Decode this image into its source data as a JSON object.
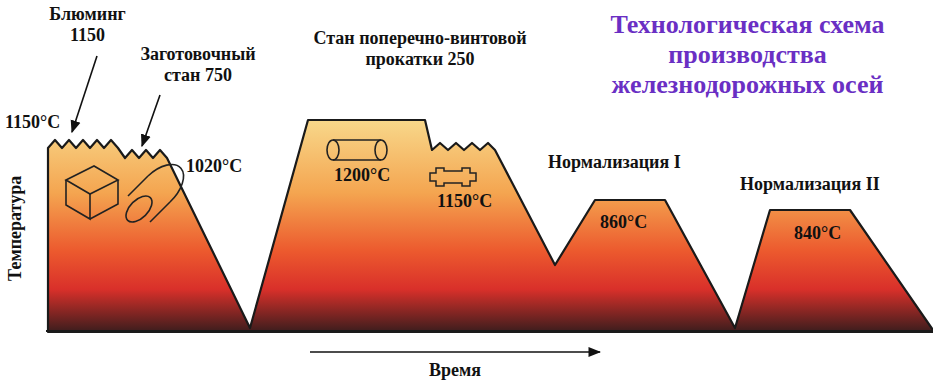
{
  "diagram": {
    "title": "Технологическая схема производства железнодорожных осей",
    "labels": [
      "Блюминг 1150",
      "1150°C",
      "Заготовочный стан 750",
      "1020°C",
      "Стан поперечно-винтовой прокатки 250",
      "1200°C",
      "1150°C",
      "Нормализация I",
      "860°C",
      "Нормализация II",
      "840°C",
      "Температура",
      "Время"
    ]
  }
}
